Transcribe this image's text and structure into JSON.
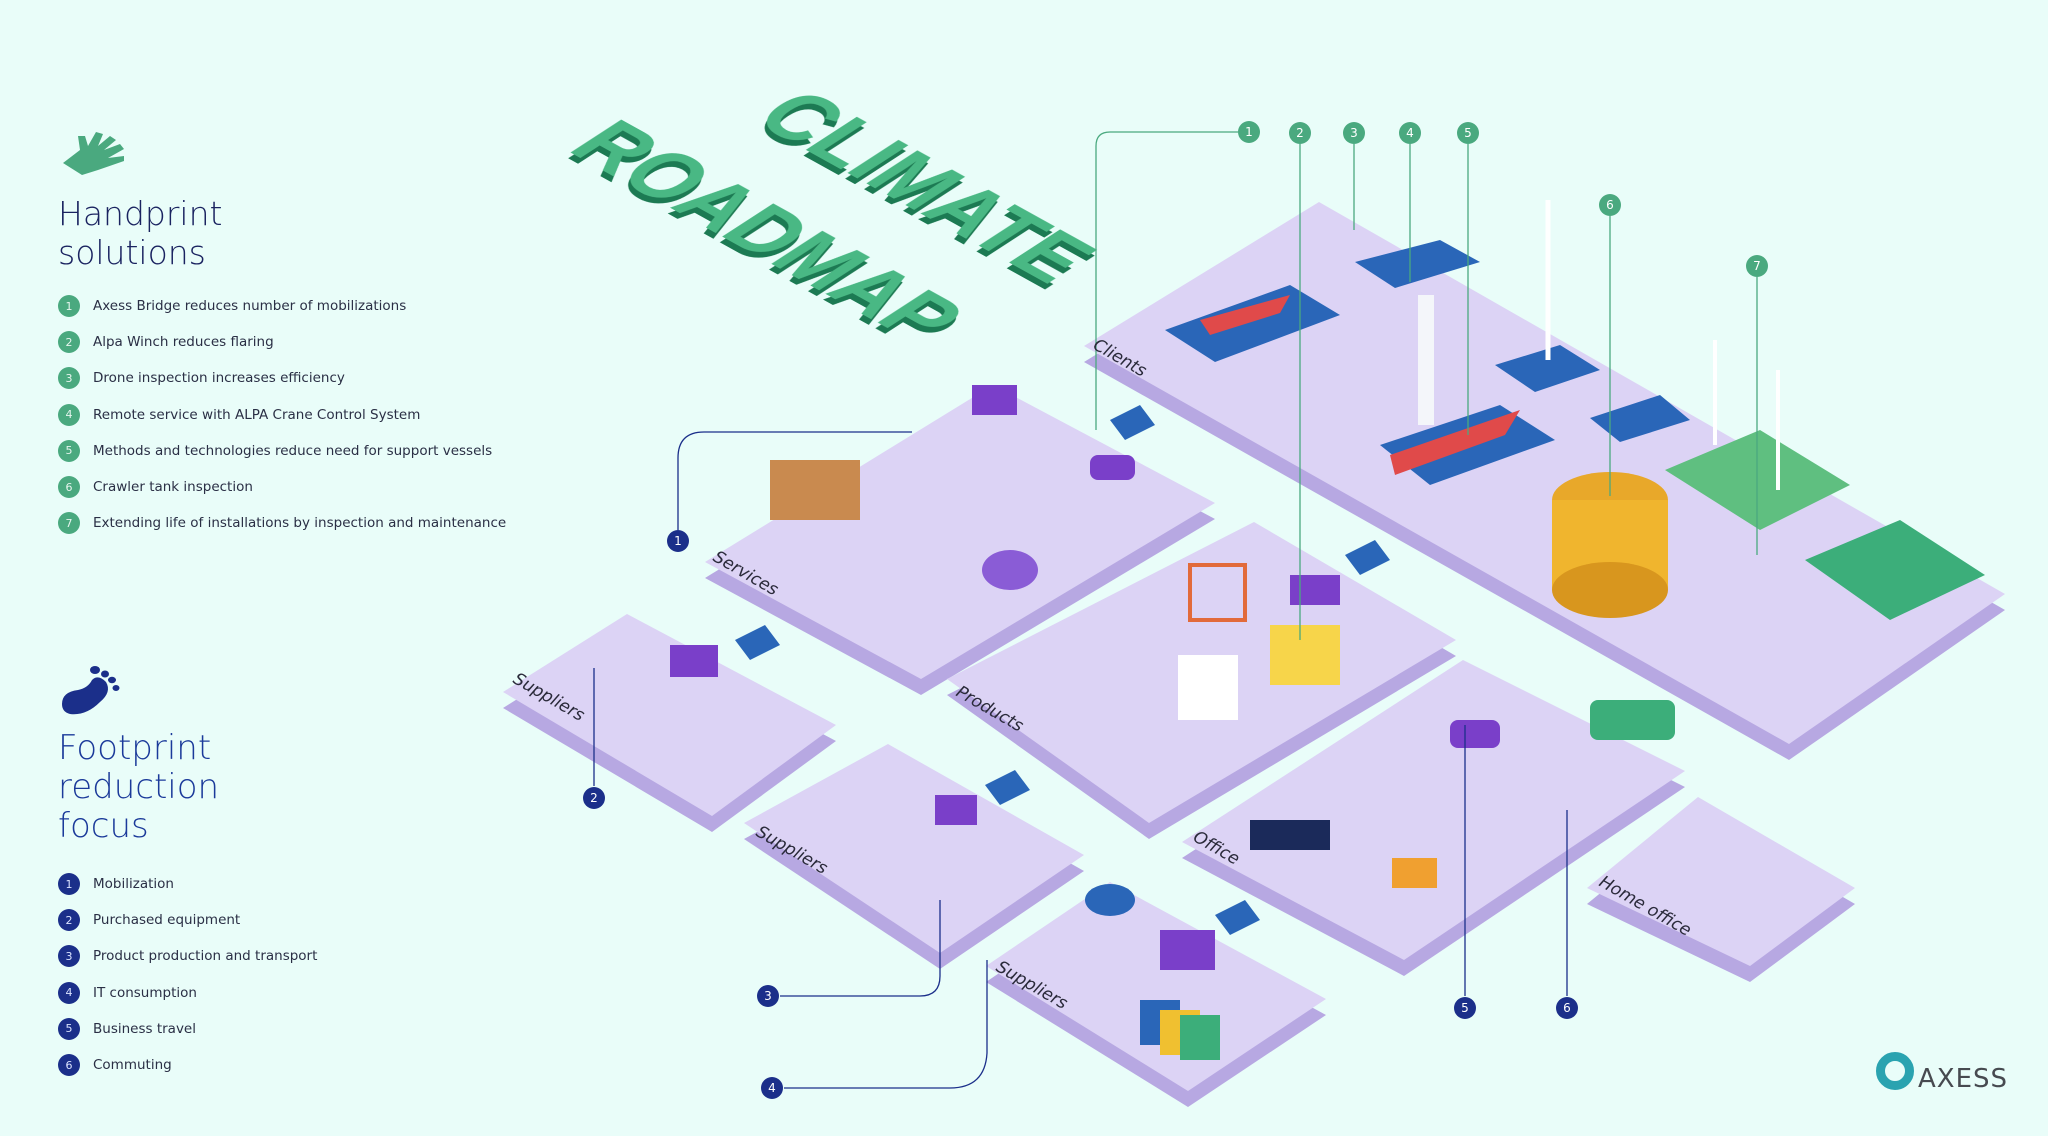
{
  "title": {
    "line1": "CLIMATE",
    "line2": "ROADMAP"
  },
  "handprint": {
    "icon": "hand-icon",
    "title_line1": "Handprint",
    "title_line2": "solutions",
    "color": "#4aa97f",
    "items": [
      {
        "n": "1",
        "label": "Axess Bridge reduces number of mobilizations"
      },
      {
        "n": "2",
        "label": "Alpa Winch reduces flaring"
      },
      {
        "n": "3",
        "label": "Drone inspection increases efficiency"
      },
      {
        "n": "4",
        "label": "Remote service with ALPA Crane Control System"
      },
      {
        "n": "5",
        "label": "Methods and technologies reduce need for support vessels"
      },
      {
        "n": "6",
        "label": "Crawler tank inspection"
      },
      {
        "n": "7",
        "label": "Extending life of installations by inspection and maintenance"
      }
    ]
  },
  "footprint": {
    "icon": "footprint-icon",
    "title_line1": "Footprint",
    "title_line2": "reduction",
    "title_line3": "focus",
    "color": "#1b2f8a",
    "items": [
      {
        "n": "1",
        "label": "Mobilization"
      },
      {
        "n": "2",
        "label": "Purchased equipment"
      },
      {
        "n": "3",
        "label": "Product production and transport"
      },
      {
        "n": "4",
        "label": "IT consumption"
      },
      {
        "n": "5",
        "label": "Business travel"
      },
      {
        "n": "6",
        "label": "Commuting"
      }
    ]
  },
  "areas": {
    "clients": "Clients",
    "services": "Services",
    "products": "Products",
    "suppliers1": "Suppliers",
    "suppliers2": "Suppliers",
    "suppliers3": "Suppliers",
    "office": "Office",
    "home_office": "Home office"
  },
  "logo": {
    "text": "AXESS"
  }
}
